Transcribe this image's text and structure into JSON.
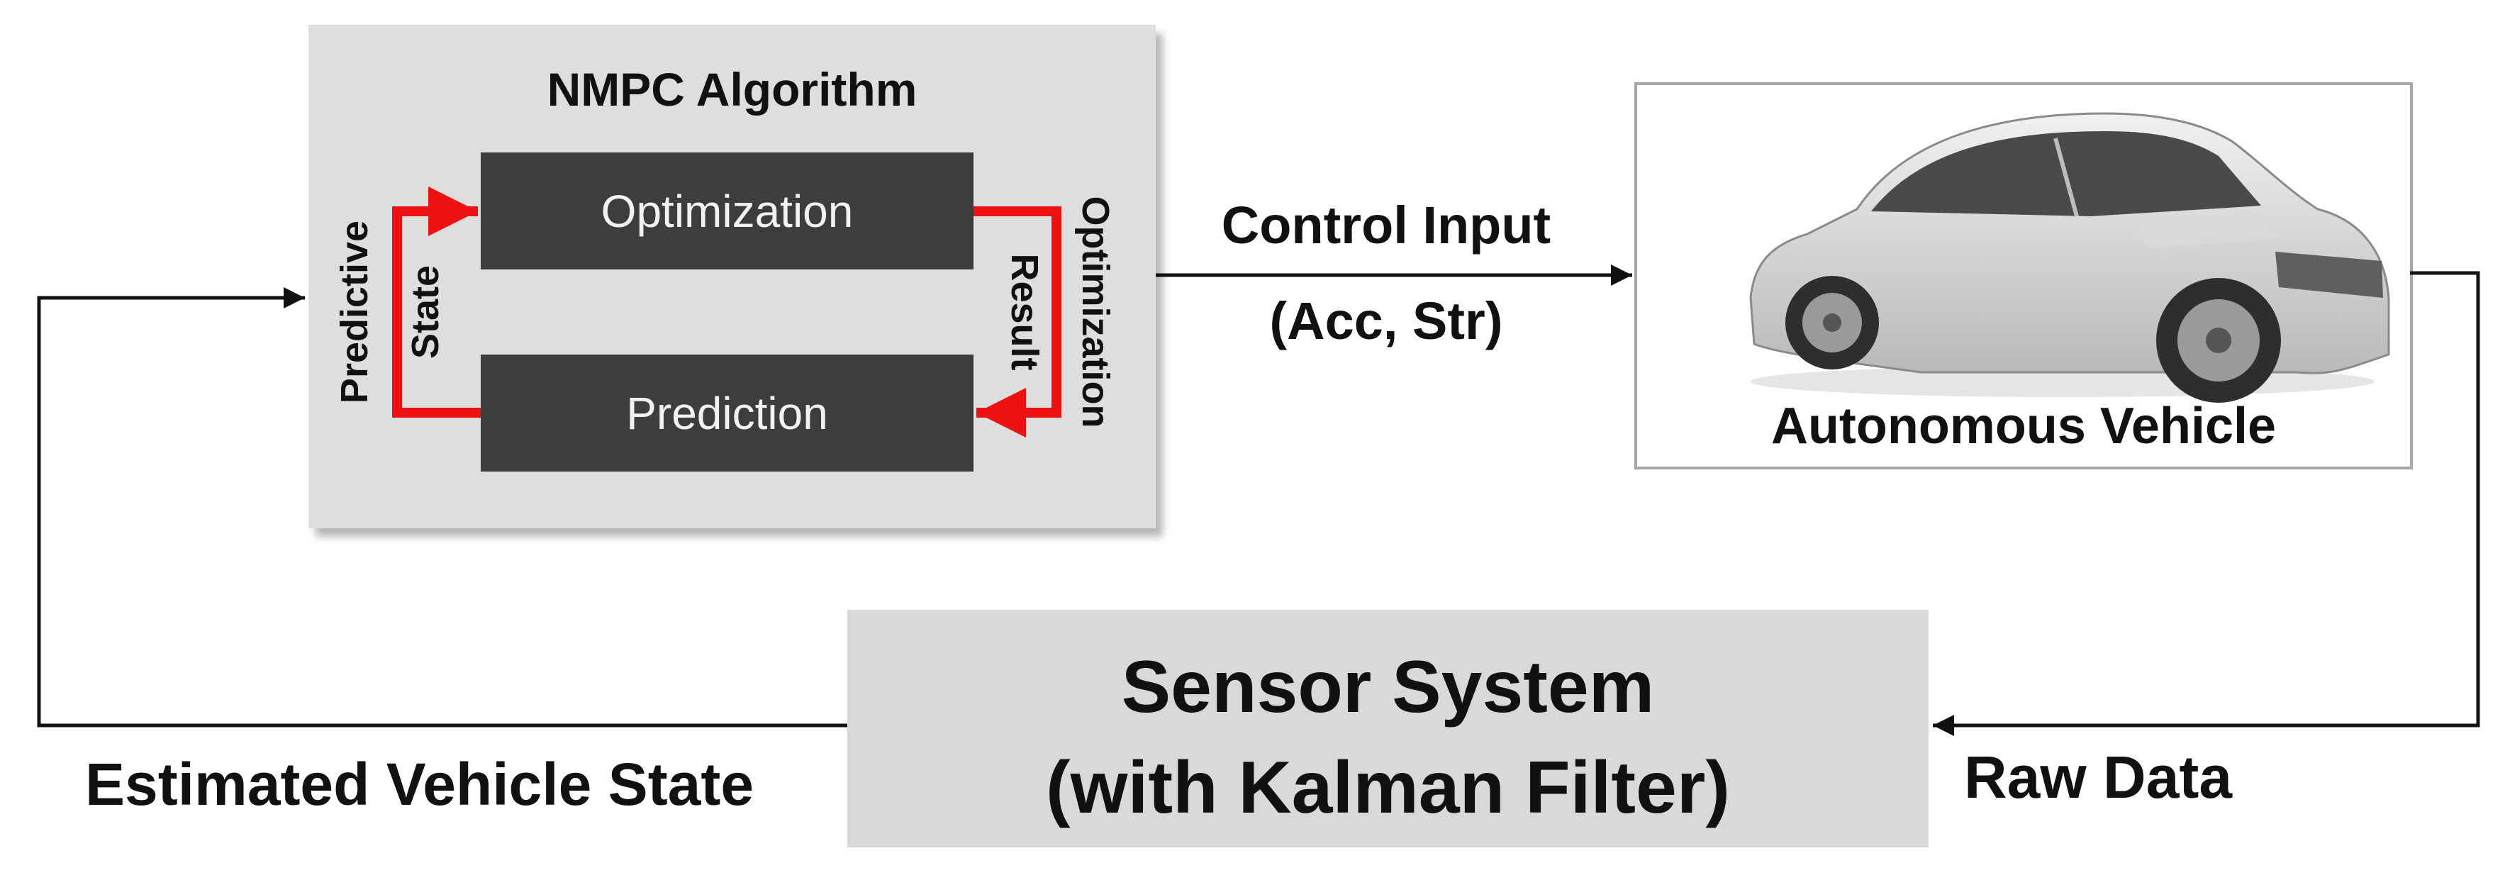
{
  "nmpc": {
    "title": "NMPC Algorithm",
    "optimization": "Optimization",
    "prediction": "Prediction",
    "predictive": "Predictive",
    "state": "State",
    "optimization_side": "Optimization",
    "result": "Result"
  },
  "control_input": {
    "label": "Control Input",
    "sub": "(Acc, Str)"
  },
  "vehicle": {
    "label": "Autonomous Vehicle",
    "image_icon": "car-image"
  },
  "sensor": {
    "line1": "Sensor System",
    "line2": "(with Kalman Filter)"
  },
  "raw_data": "Raw Data",
  "estimated_state": "Estimated Vehicle State",
  "colors": {
    "loop_arrow": "#ee1111",
    "flow_line": "#111111",
    "nmpc_bg": "#dedede",
    "block_bg": "#3d3d3d",
    "sensor_bg": "#d9d9d9"
  }
}
